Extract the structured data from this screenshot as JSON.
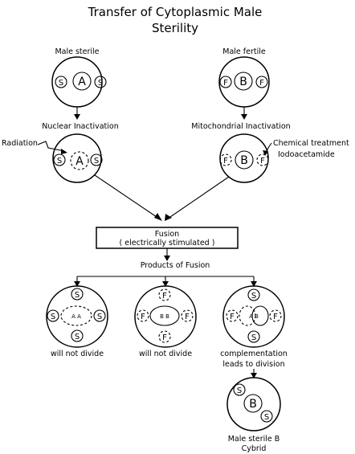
{
  "title_line1": "Transfer of Cytoplasmic Male",
  "title_line2": "Sterility",
  "male_sterile": "Male sterile",
  "male_fertile": "Male fertile",
  "nuclear_inactivation": "Nuclear Inactivation",
  "mitochondrial_inactivation": "Mitochondrial Inactivation",
  "radiation": "Radiation",
  "chem_line1": "Chemical treatment",
  "chem_line2": "Iodoacetamide",
  "fusion": "Fusion",
  "fusion_sub": "( electrically stimulated )",
  "products": "Products of Fusion",
  "result1": "will not divide",
  "result2": "will not divide",
  "result3_line1": "complementation",
  "result3_line2": "leads to division",
  "cybrid_line1": "Male sterile B",
  "cybrid_line2": "Cybrid",
  "nucleus_a": "A",
  "nucleus_b": "B",
  "organelle_s": "S",
  "organelle_f": "F",
  "fused_aa": "A A",
  "fused_bb": "B B",
  "fused_ab": "A B"
}
